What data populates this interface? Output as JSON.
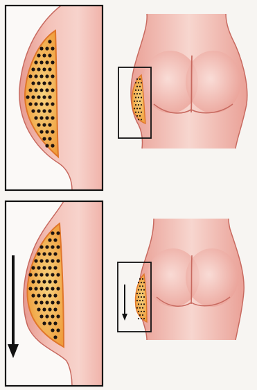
{
  "figure": {
    "panels": [
      {
        "id": "top",
        "depicts": "fat-deposit-lateral-thigh",
        "view": "posterior",
        "arrow": false
      },
      {
        "id": "bottom",
        "depicts": "fat-deposit-lateral-thigh-descended",
        "view": "posterior",
        "arrow": true,
        "arrow_direction": "down"
      }
    ],
    "colors": {
      "background": "#f7f5f2",
      "skin": "#f2b8b0",
      "skin_shadow": "#d9857c",
      "skin_outline": "#c05a52",
      "fat": "#f3c06a",
      "fat_edge": "#e08a2c",
      "dot": "#1e1410",
      "frame": "#111111"
    }
  }
}
